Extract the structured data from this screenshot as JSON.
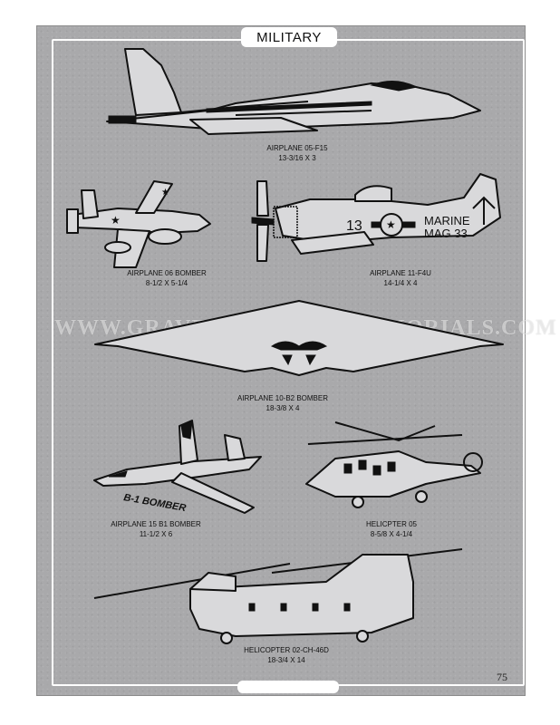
{
  "page": {
    "title": "MILITARY",
    "watermark": "WWW.GRAVESTONESANDMEMORIALS.COM",
    "page_number": "75"
  },
  "items": [
    {
      "name": "AIRPLANE 05-F15",
      "size": "13-3/16 X 3"
    },
    {
      "name": "AIRPLANE 06 BOMBER",
      "size": "8-1/2 X 5-1/4"
    },
    {
      "name": "AIRPLANE 11-F4U",
      "size": "14-1/4 X 4",
      "markings": {
        "number": "13",
        "line1": "MARINE",
        "line2": "MAG 33"
      }
    },
    {
      "name": "AIRPLANE 10-B2 BOMBER",
      "size": "18-3/8 X 4"
    },
    {
      "name": "AIRPLANE 15 B1 BOMBER",
      "size": "11-1/2 X 6",
      "markings": {
        "label": "B-1 BOMBER"
      }
    },
    {
      "name": "HELICPTER 05",
      "size": "8-5/8 X 4-1/4"
    },
    {
      "name": "HELICOPTER 02-CH-46D",
      "size": "18-3/4 X 14"
    }
  ]
}
